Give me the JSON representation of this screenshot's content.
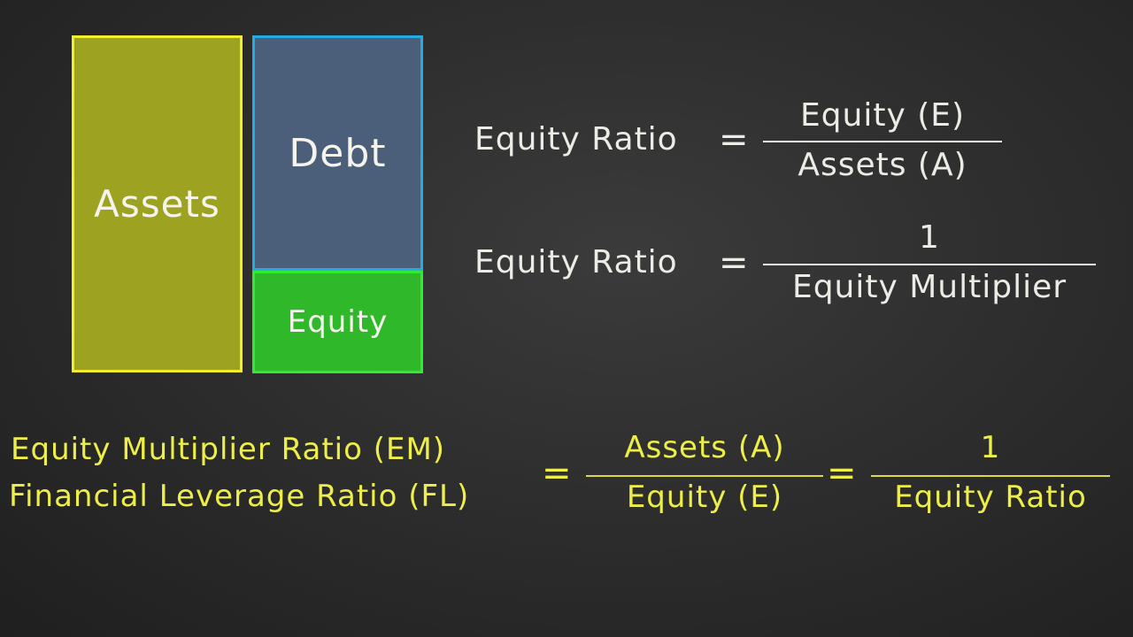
{
  "diagram": {
    "assets_label": "Assets",
    "debt_label": "Debt",
    "equity_label": "Equity"
  },
  "formula1": {
    "lhs": "Equity Ratio",
    "equals": "=",
    "numerator": "Equity (E)",
    "denominator": "Assets (A)"
  },
  "formula2": {
    "lhs": "Equity Ratio",
    "equals": "=",
    "numerator": "1",
    "denominator": "Equity Multiplier"
  },
  "formula3": {
    "lhs_line1": "Equity Multiplier Ratio (EM)",
    "lhs_line2": "Financial Leverage Ratio (FL)",
    "equals1": "=",
    "frac1_numerator": "Assets (A)",
    "frac1_denominator": "Equity (E)",
    "equals2": "=",
    "frac2_numerator": "1",
    "frac2_denominator": "Equity Ratio"
  },
  "colors": {
    "assets_fill": "#9ea221",
    "assets_border": "#f2ee2e",
    "debt_fill": "#4b5f7a",
    "debt_border": "#27a9e4",
    "equity_fill": "#2fb82a",
    "equity_border": "#33ea33",
    "chalk_white": "#ecece6",
    "chalk_yellow": "#eeee48"
  }
}
